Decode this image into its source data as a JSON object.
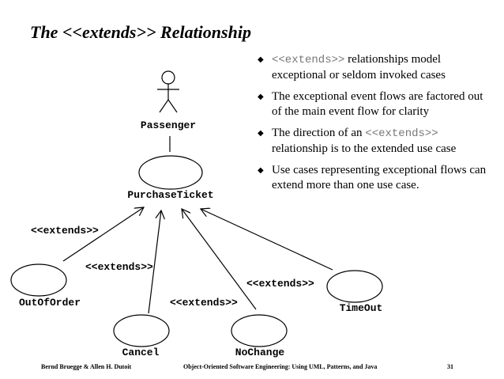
{
  "slide": {
    "title": "The <<extends>> Relationship",
    "bullets": [
      {
        "code": "<<extends>>",
        "text": " relationships model exceptional or seldom invoked cases"
      },
      {
        "code": "",
        "text": "The exceptional event flows are factored out of the main event flow for clarity"
      },
      {
        "code": "",
        "text": "The direction of an ",
        "code_after": "<<extends>>",
        "text_after": " relationship is to the extended use case"
      },
      {
        "code": "",
        "text": "Use cases representing exceptional flows can extend more than one use case."
      }
    ],
    "bullet_icon": "diamond-bullet-icon"
  },
  "diagram": {
    "actor": {
      "name": "Passenger"
    },
    "main_use_case": {
      "name": "PurchaseTicket"
    },
    "extensions": [
      {
        "id": "out-of-order",
        "name": "OutOfOrder",
        "label": "<<extends>>"
      },
      {
        "id": "cancel",
        "name": "Cancel",
        "label": "<<extends>>"
      },
      {
        "id": "no-change",
        "name": "NoChange",
        "label": "<<extends>>"
      },
      {
        "id": "time-out",
        "name": "TimeOut",
        "label": "<<extends>>"
      }
    ]
  },
  "footer": {
    "authors": "Bernd Bruegge & Allen H. Dutoit",
    "book": "Object-Oriented Software Engineering: Using UML, Patterns, and Java",
    "page": "31"
  }
}
